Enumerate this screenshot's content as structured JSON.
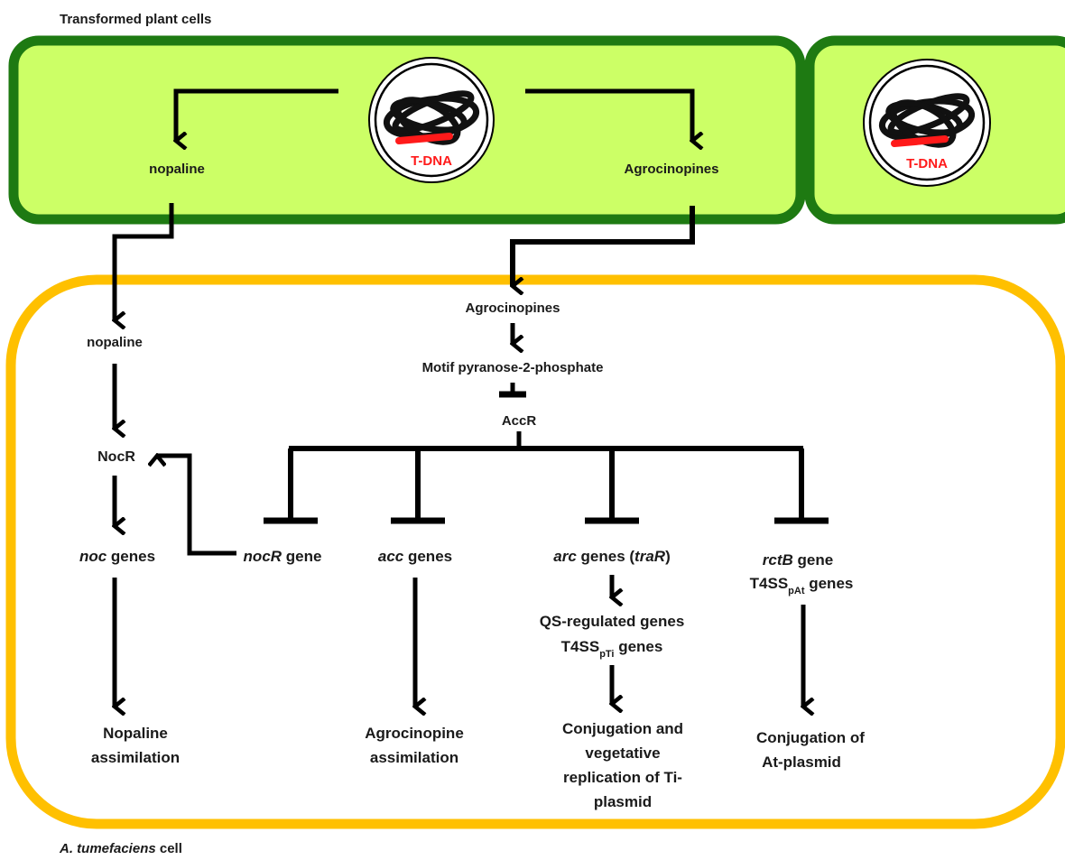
{
  "labels": {
    "plant_title": "Transformed plant cells",
    "bacterium_italic": "A. tumefaciens",
    "bacterium_suffix": " cell",
    "tdna_1": "T-DNA",
    "tdna_2": "T-DNA",
    "nopaline_plant": "nopaline",
    "agrocinopines_plant": "Agrocinopines",
    "agrocinopines_cell": "Agrocinopines",
    "motif": "Motif pyranose-2-phosphate",
    "accr": "AccR",
    "nopaline_cell": "nopaline",
    "nocr": "NocR",
    "noc_italic": "noc",
    "noc_rest": " genes",
    "nocr_gene_italic": "nocR",
    "nocr_gene_rest": " gene",
    "acc_italic": "acc",
    "acc_rest": " genes",
    "arc_italic": "arc",
    "arc_mid": " genes (",
    "arc_tra_italic": "traR",
    "arc_close": ")",
    "rctb_italic": "rctB",
    "rctb_rest": " gene",
    "t4ss_pat_base": "T4SS",
    "t4ss_pat_sub": "pAt",
    "t4ss_pat_rest": " genes",
    "qs_line": "QS-regulated genes",
    "t4ss_pti_base": "T4SS",
    "t4ss_pti_sub": "pTi",
    "t4ss_pti_rest": " genes",
    "nopaline_assim_1": "Nopaline",
    "nopaline_assim_2": "assimilation",
    "agro_assim_1": "Agrocinopine",
    "agro_assim_2": "assimilation",
    "conj_ti_1": "Conjugation and",
    "conj_ti_2": "vegetative",
    "conj_ti_3": "replication of Ti-",
    "conj_ti_4": "plasmid",
    "conj_at_1": "Conjugation of",
    "conj_at_2": "At-plasmid"
  },
  "colors": {
    "plant_fill": "#ccff66",
    "plant_border": "#1e7a12",
    "cell_border": "#ffc000",
    "tdna_red": "#ff1a1a"
  }
}
